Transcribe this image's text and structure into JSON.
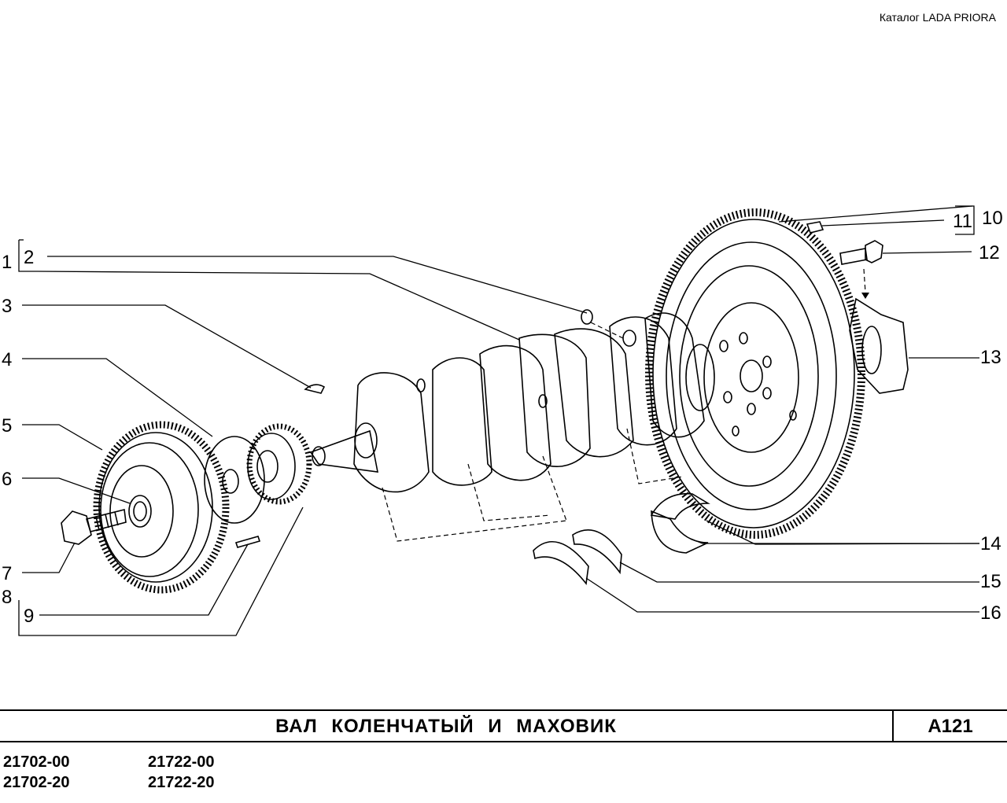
{
  "header": {
    "catalog": "Каталог  LADA  PRIORA"
  },
  "callouts": {
    "c1": "1",
    "c2": "2",
    "c3": "3",
    "c4": "4",
    "c5": "5",
    "c6": "6",
    "c7": "7",
    "c8": "8",
    "c9": "9",
    "c10": "10",
    "c11": "11",
    "c12": "12",
    "c13": "13",
    "c14": "14",
    "c15": "15",
    "c16": "16"
  },
  "footer": {
    "title": "ВАЛ  КОЛЕНЧАТЫЙ  И  МАХОВИК",
    "page_code": "А121",
    "models": [
      "21702-00",
      "21722-00",
      "21702-20",
      "21722-20"
    ]
  }
}
